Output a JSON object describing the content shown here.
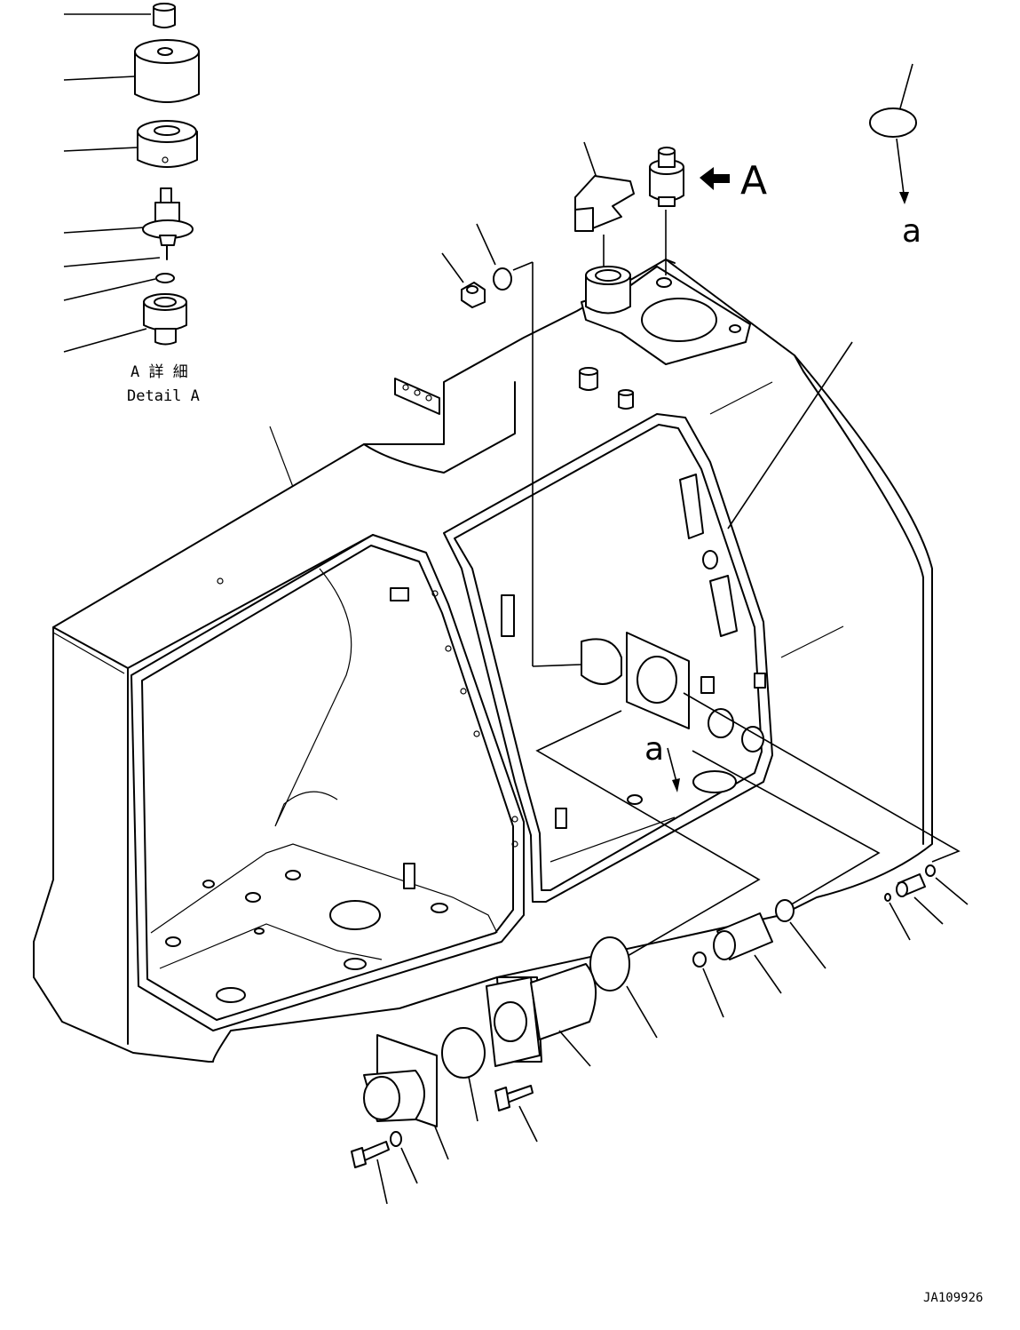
{
  "detail": {
    "label_jp": "A 詳 細",
    "label_en": "Detail A"
  },
  "view_label": "A",
  "direction_label_top": "a",
  "direction_label_mid": "a",
  "drawing_code": "JA109926"
}
